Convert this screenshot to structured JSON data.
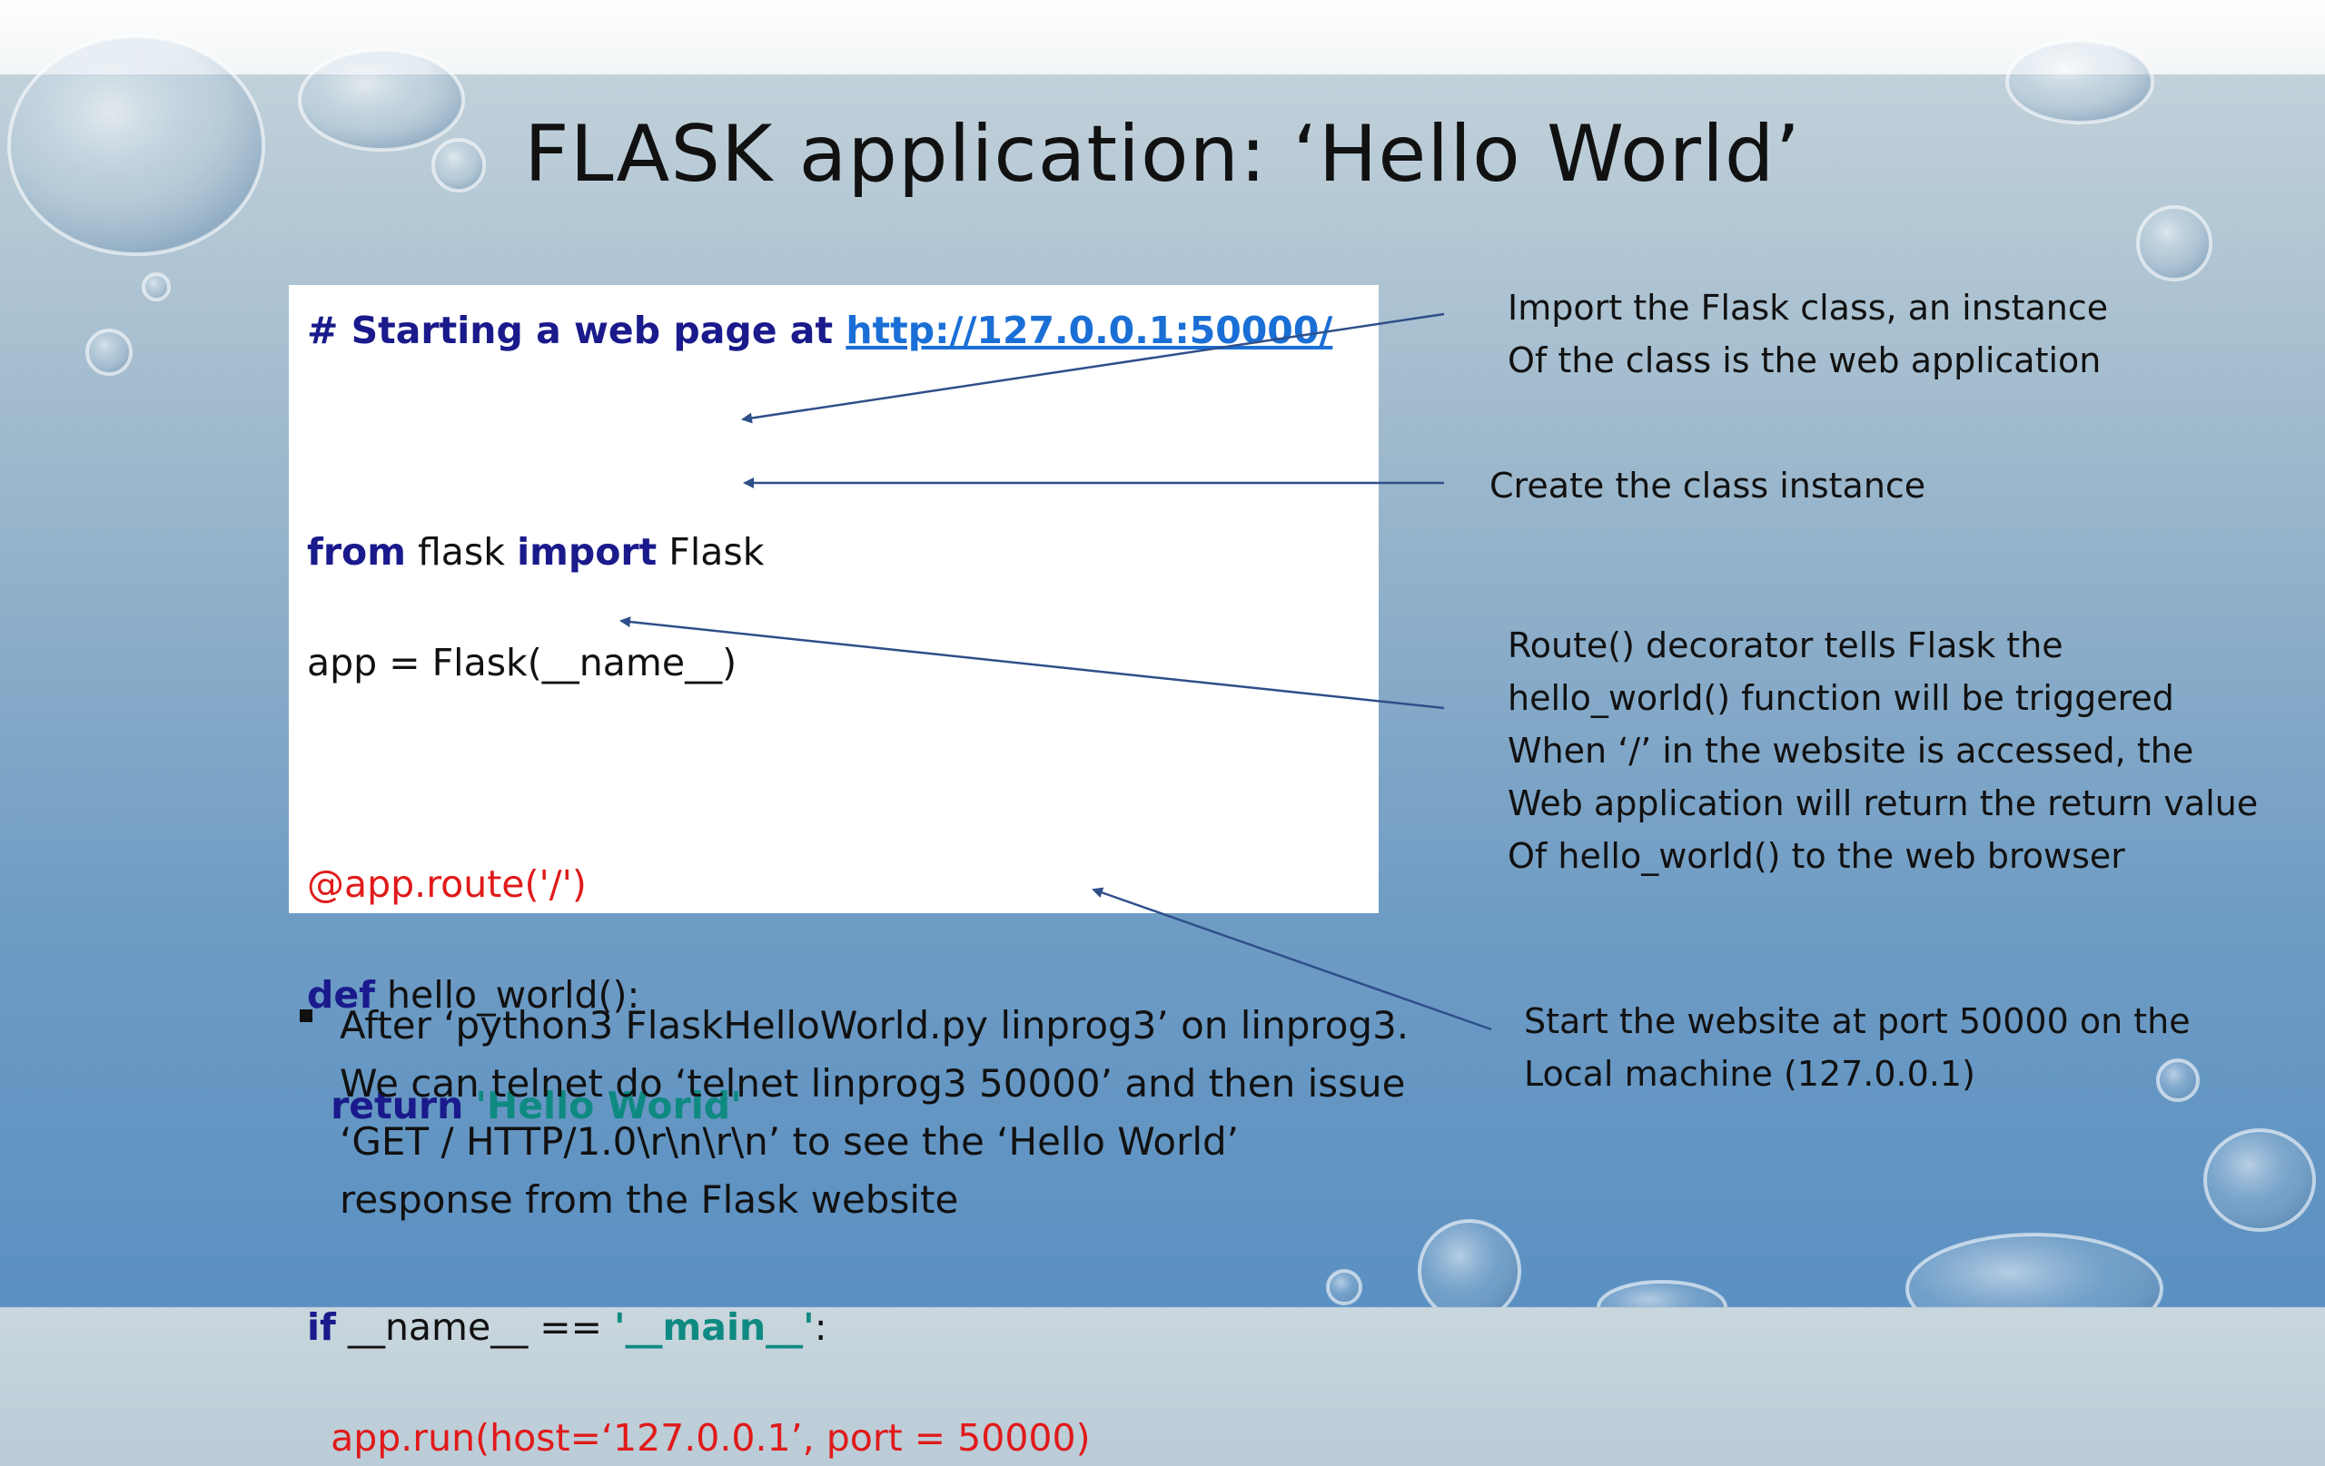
{
  "slide": {
    "title": "FLASK application: ‘Hello World’"
  },
  "code": {
    "comment_prefix": "# Starting a web page at ",
    "comment_link": "http://127.0.0.1:50000/",
    "line_import_kw1": "from",
    "line_import_mid": " flask ",
    "line_import_kw2": "import",
    "line_import_end": " Flask",
    "line_app": "app = Flask(__name__)",
    "line_route": "@app.route('/')",
    "line_def_kw": "def",
    "line_def_rest": " hello_world():",
    "line_return_kw": "return",
    "line_return_str": "'Hello World'",
    "line_if_kw": "if",
    "line_if_mid": " __name__ == ",
    "line_if_str": "'__main__'",
    "line_if_end": ":",
    "line_run": "app.run(host=‘127.0.0.1’, port = 50000)"
  },
  "notes": {
    "import_note": "Import the Flask class, an instance\nOf the class is the web application",
    "instance_note": "Create the class instance",
    "route_note": "Route() decorator tells Flask the\nhello_world() function will be triggered\nWhen ‘/’ in the website is accessed, the\nWeb application will return the return value\nOf hello_world() to the web browser",
    "run_note": "Start the website at port 50000 on the\nLocal machine (127.0.0.1)"
  },
  "bullet": {
    "text": "After ‘python3 FlaskHelloWorld.py linprog3’ on linprog3.\nWe can telnet do ‘telnet linprog3 50000’ and then issue\n‘GET / HTTP/1.0\\r\\n\\r\\n’ to see the ‘Hello World’\nresponse from the Flask website"
  },
  "colors": {
    "keyword": "#1a1a8c",
    "red": "#e01a1a",
    "teal": "#0f8a82",
    "link": "#1a6fd6",
    "arrow": "#2f4f8a"
  }
}
